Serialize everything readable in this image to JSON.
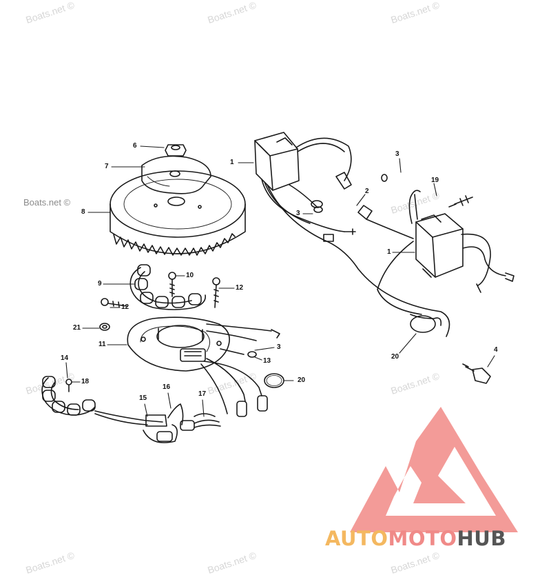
{
  "watermark": {
    "text": "Boats.net ©"
  },
  "diagram": {
    "callouts": [
      {
        "id": "c1a",
        "label": "1"
      },
      {
        "id": "c1b",
        "label": "1"
      },
      {
        "id": "c2",
        "label": "2"
      },
      {
        "id": "c3a",
        "label": "3"
      },
      {
        "id": "c3b",
        "label": "3"
      },
      {
        "id": "c3c",
        "label": "3"
      },
      {
        "id": "c4",
        "label": "4"
      },
      {
        "id": "c6",
        "label": "6"
      },
      {
        "id": "c7",
        "label": "7"
      },
      {
        "id": "c8",
        "label": "8"
      },
      {
        "id": "c9",
        "label": "9"
      },
      {
        "id": "c10",
        "label": "10"
      },
      {
        "id": "c11",
        "label": "11"
      },
      {
        "id": "c12a",
        "label": "12"
      },
      {
        "id": "c12b",
        "label": "12"
      },
      {
        "id": "c13",
        "label": "13"
      },
      {
        "id": "c14",
        "label": "14"
      },
      {
        "id": "c15",
        "label": "15"
      },
      {
        "id": "c16",
        "label": "16"
      },
      {
        "id": "c17",
        "label": "17"
      },
      {
        "id": "c18",
        "label": "18"
      },
      {
        "id": "c19",
        "label": "19"
      },
      {
        "id": "c20a",
        "label": "20"
      },
      {
        "id": "c20b",
        "label": "20"
      },
      {
        "id": "c21",
        "label": "21"
      }
    ]
  },
  "logo": {
    "part1": "AUTO",
    "part2": "MOTO",
    "part3": "HUB",
    "colors": {
      "auto": "#f4b860",
      "moto": "#f08a88",
      "hub": "#555555",
      "mark": "#f39b98"
    }
  }
}
